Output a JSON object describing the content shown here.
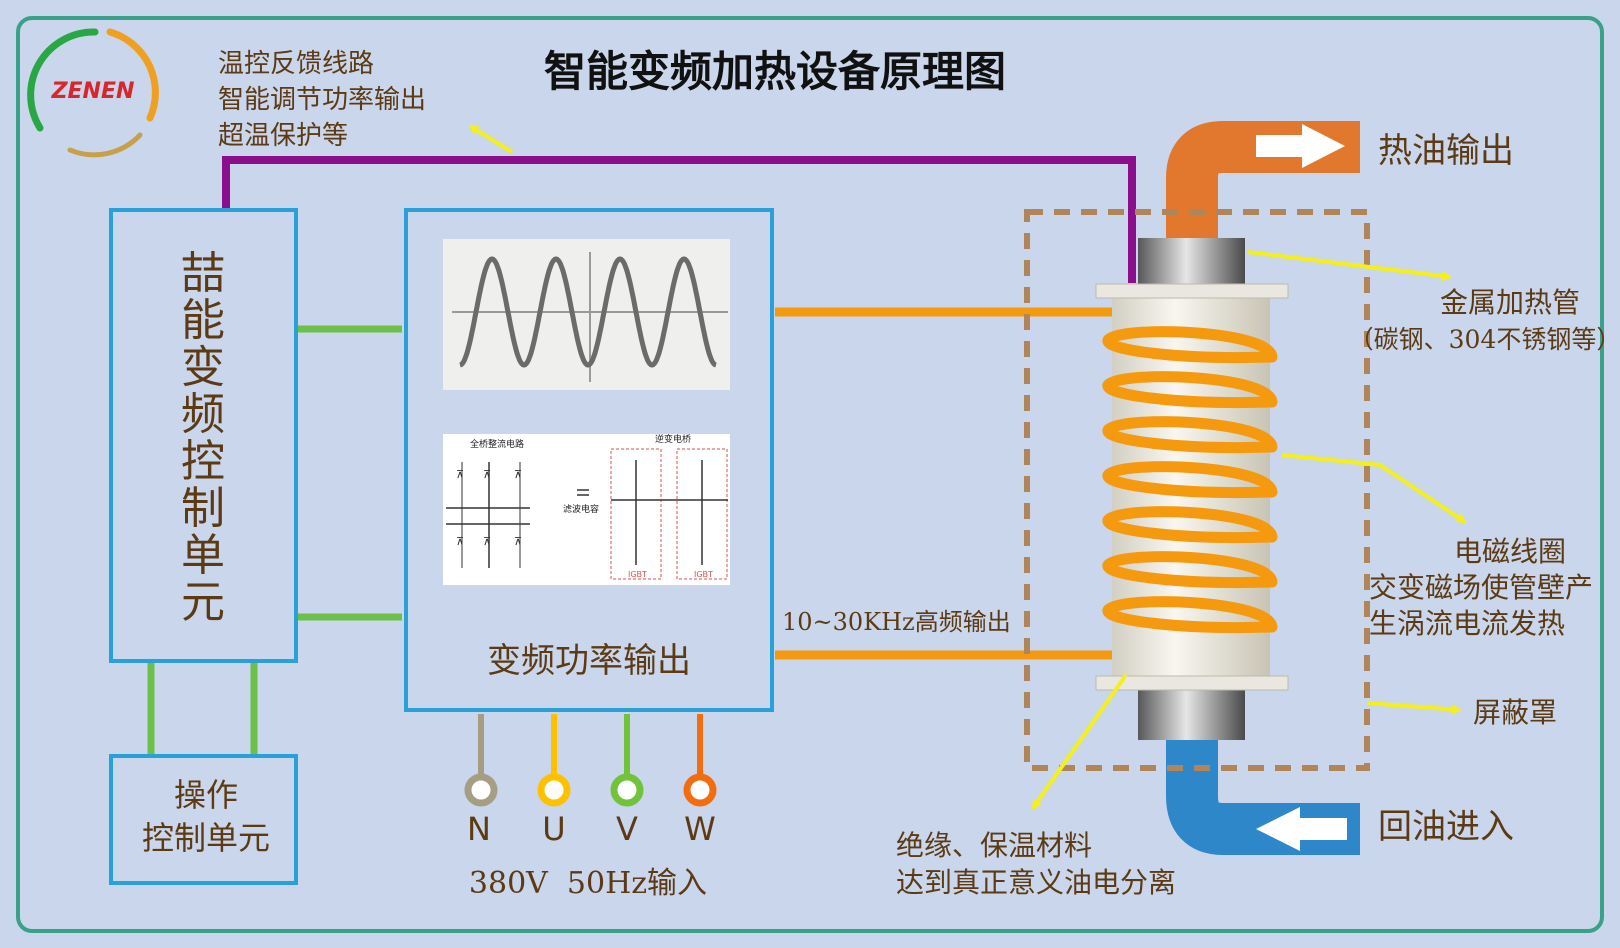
{
  "title": "智能变频加热设备原理图",
  "logo": {
    "text": "ZENEN"
  },
  "feedback_note": [
    "温控反馈线路",
    "智能调节功率输出",
    "超温保护等"
  ],
  "control_unit": {
    "chars": [
      "喆",
      "能",
      "变",
      "频",
      "控",
      "制",
      "单",
      "元"
    ]
  },
  "operation_unit": {
    "lines": [
      "操作",
      "控制单元"
    ]
  },
  "power_unit": {
    "label": "变频功率输出",
    "circuit_titles": [
      "全桥整流电路",
      "逆变电桥"
    ],
    "circuit_filter": "滤波电容",
    "igbt": "IGBT"
  },
  "hf_output": "10~30KHz高频输出",
  "terminals": [
    {
      "label": "N",
      "color": "#a59d84"
    },
    {
      "label": "U",
      "color": "#ffc000"
    },
    {
      "label": "V",
      "color": "#70c33a"
    },
    {
      "label": "W",
      "color": "#f26d10"
    }
  ],
  "power_input": "380V  50Hz输入",
  "oil_out": "热油输出",
  "oil_in": "回油进入",
  "labels": {
    "heating_tube": [
      "金属加热管",
      "（碳钢、304不锈钢等）"
    ],
    "coil": [
      "电磁线圈",
      "交变磁场使管壁产",
      "生涡流电流发热"
    ],
    "shield": "屏蔽罩",
    "insulation": [
      "绝缘、保温材料",
      "达到真正意义油电分离"
    ]
  },
  "colors": {
    "background": "#c9d6eb",
    "frame": "#3aa189",
    "box": "#2aa0d8",
    "text": "#5c3a14",
    "feedback_line": "#8b0f8b",
    "control_link": "#6cc04a",
    "coil": "#f59a0f",
    "arrow": "#f5f01a",
    "oil_out": "#e2772e",
    "oil_in": "#2e87c8",
    "shield": "#b0855a"
  }
}
